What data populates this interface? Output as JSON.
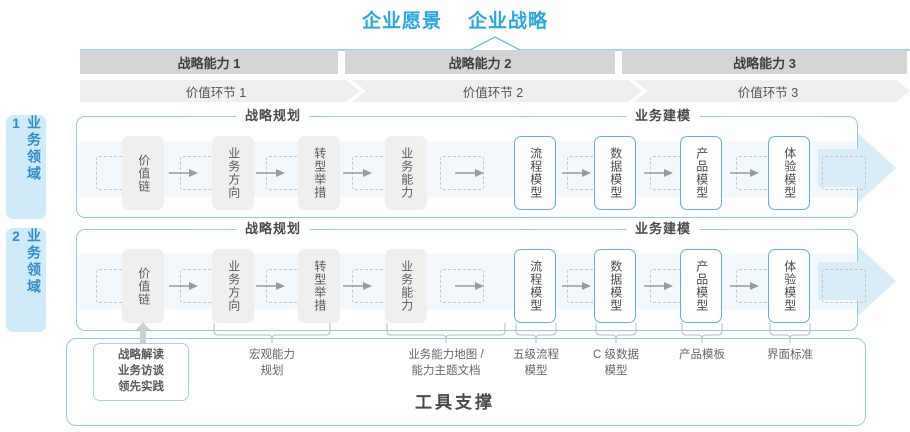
{
  "header": {
    "titles": [
      "企业愿景",
      "企业战略"
    ],
    "accent_color": "#29a8e0"
  },
  "capabilities": [
    {
      "label": "战略能力 1"
    },
    {
      "label": "战略能力 2"
    },
    {
      "label": "战略能力 3"
    }
  ],
  "value_chain": [
    {
      "label": "价值环节 1"
    },
    {
      "label": "价值环节 2"
    },
    {
      "label": "价值环节 3"
    }
  ],
  "domains": [
    {
      "label": "业务领域 1"
    },
    {
      "label": "业务领域 2"
    }
  ],
  "sections": {
    "planning": "战略规划",
    "modeling": "业务建模"
  },
  "nodes": {
    "planning": [
      {
        "label": "价值链"
      },
      {
        "label": "业务方向"
      },
      {
        "label": "转型举措"
      },
      {
        "label": "业务能力"
      }
    ],
    "modeling": [
      {
        "label": "流程模型"
      },
      {
        "label": "数据模型"
      },
      {
        "label": "产品模型"
      },
      {
        "label": "体验模型"
      }
    ]
  },
  "annotations": [
    {
      "label": "战略解读\n业务访谈\n领先实践",
      "boxed": true
    },
    {
      "label": "宏观能力\n规划",
      "boxed": false
    },
    {
      "label": "业务能力地图 /\n能力主题文档",
      "boxed": false
    },
    {
      "label": "五级流程\n模型",
      "boxed": false
    },
    {
      "label": "C 级数据\n模型",
      "boxed": false
    },
    {
      "label": "产品模板",
      "boxed": false
    },
    {
      "label": "界面标准",
      "boxed": false
    }
  ],
  "footer": {
    "tool_support": "工具支撑"
  },
  "colors": {
    "accent_blue": "#29a8e0",
    "band_border": "#8ecbe8",
    "node_blue_border": "#5cb3e0",
    "header_gray": "#d3d5d5",
    "value_chain_gray": "#eeefef",
    "domain_tab_bg": "#cfeaf9"
  }
}
